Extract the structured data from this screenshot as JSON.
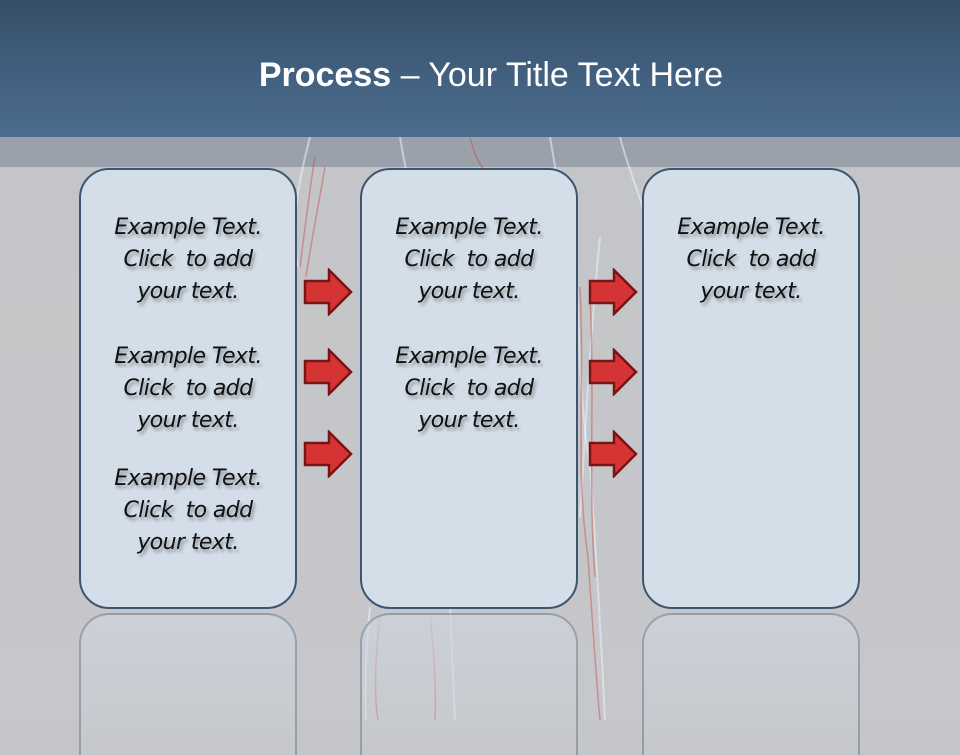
{
  "slide": {
    "title": {
      "bold": "Process",
      "rest": " – Your Title Text Here"
    },
    "colors": {
      "header": "#42607f",
      "box_fill": "#d3dee8",
      "box_border": "#3d5670",
      "arrow": "#d63434",
      "arrow_border": "#7a1414"
    },
    "columns": [
      {
        "blocks": [
          {
            "line1": "Example Text.",
            "line2": "Click  to add",
            "line3": "your text."
          },
          {
            "line1": "Example Text.",
            "line2": "Click  to add",
            "line3": "your text."
          },
          {
            "line1": "Example Text.",
            "line2": "Click  to add",
            "line3": "your text."
          }
        ]
      },
      {
        "blocks": [
          {
            "line1": "Example Text.",
            "line2": "Click  to add",
            "line3": "your text."
          },
          {
            "line1": "Example Text.",
            "line2": "Click  to add",
            "line3": "your text."
          }
        ]
      },
      {
        "blocks": [
          {
            "line1": "Example Text.",
            "line2": "Click  to add",
            "line3": "your text."
          }
        ]
      }
    ],
    "arrows": [
      {
        "icon": "right-arrow-icon"
      },
      {
        "icon": "right-arrow-icon"
      },
      {
        "icon": "right-arrow-icon"
      },
      {
        "icon": "right-arrow-icon"
      },
      {
        "icon": "right-arrow-icon"
      },
      {
        "icon": "right-arrow-icon"
      }
    ]
  }
}
